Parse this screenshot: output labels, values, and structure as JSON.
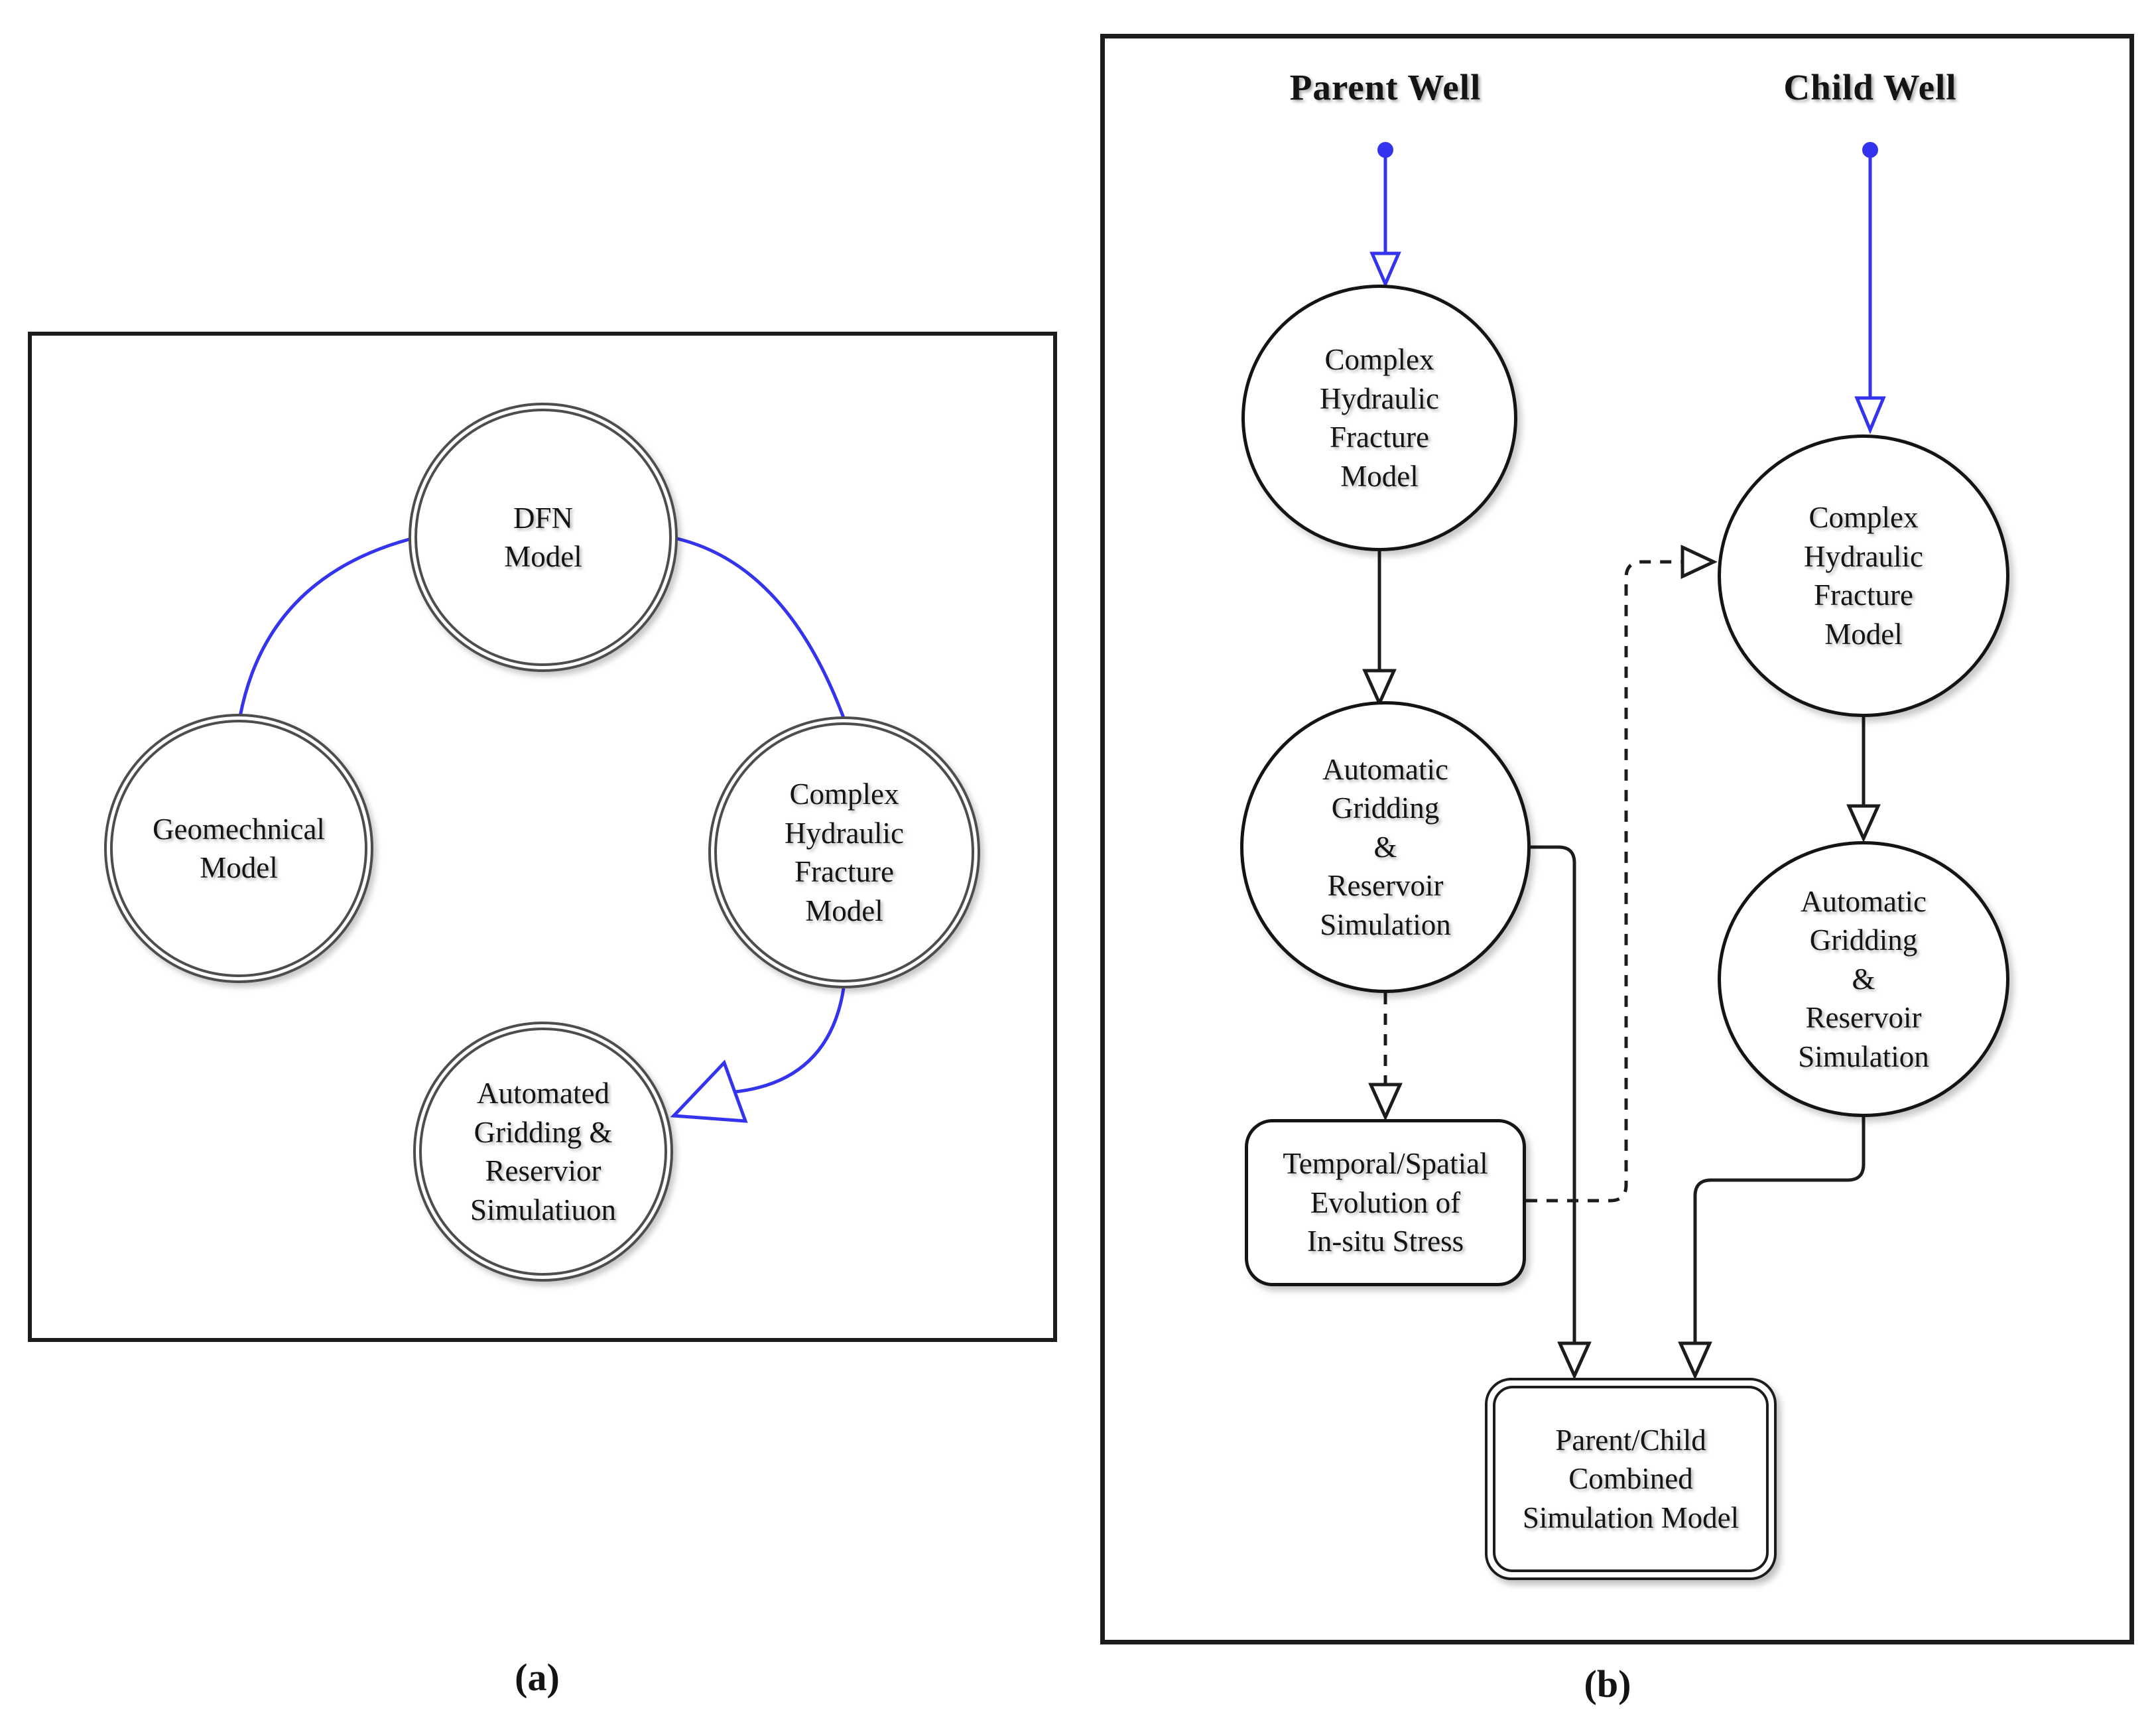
{
  "colors": {
    "line_black": "#1c1c1c",
    "accent_blue": "#3434ee",
    "ring_gray": "#4d4d4d"
  },
  "panel_a": {
    "caption": "(a)",
    "nodes": {
      "dfn": "DFN\nModel",
      "geomechanical": "Geomechnical\nModel",
      "fracture": "Complex\nHydraulic\nFracture\nModel",
      "gridding": "Automated\nGridding &\nReservior\nSimulatiuon"
    }
  },
  "panel_b": {
    "caption": "(b)",
    "parent_column": {
      "header": "Parent Well",
      "fracture": "Complex\nHydraulic\nFracture\nModel",
      "gridding": "Automatic\nGridding\n&\nReservoir\nSimulation",
      "stress": "Temporal/Spatial\nEvolution of\nIn-situ Stress"
    },
    "child_column": {
      "header": "Child Well",
      "fracture": "Complex\nHydraulic\nFracture\nModel",
      "gridding": "Automatic\nGridding\n&\nReservoir\nSimulation"
    },
    "combined": "Parent/Child\nCombined\nSimulation Model"
  }
}
